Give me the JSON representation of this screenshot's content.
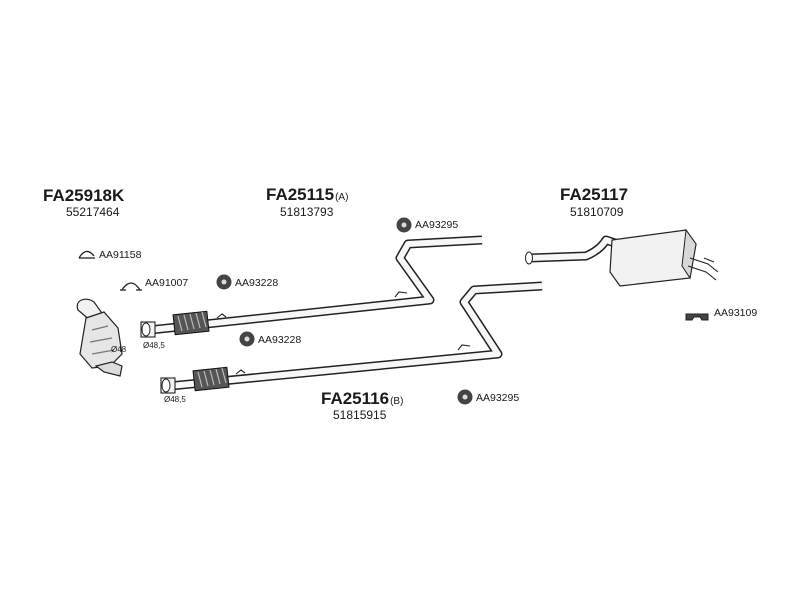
{
  "assemblies": [
    {
      "code": "FA25918K",
      "suffix": "",
      "oem": "55217464"
    },
    {
      "code": "FA25115",
      "suffix": "(A)",
      "oem": "51813793"
    },
    {
      "code": "FA25117",
      "suffix": "",
      "oem": "51810709"
    },
    {
      "code": "FA25116",
      "suffix": "(B)",
      "oem": "51815915"
    }
  ],
  "hardware": [
    {
      "code": "AA91158"
    },
    {
      "code": "AA91007"
    },
    {
      "code": "AA93228"
    },
    {
      "code": "AA93295"
    },
    {
      "code": "AA93228"
    },
    {
      "code": "AA93295"
    },
    {
      "code": "AA93109"
    }
  ],
  "dimensions": [
    "Ø48",
    "Ø48,5",
    "Ø48,5"
  ],
  "colors": {
    "line": "#222222",
    "fill": "#f4f4f4",
    "shade": "#bdbdbd",
    "dark": "#333333"
  }
}
